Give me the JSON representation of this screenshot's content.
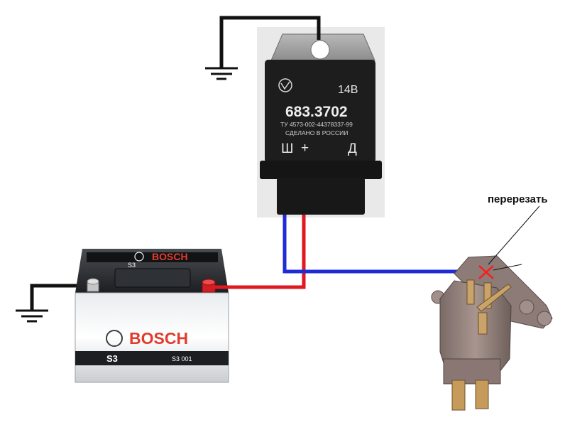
{
  "regulator": {
    "voltage": "14В",
    "model": "683.3702",
    "spec": "ТУ 4573-002-44378337-99",
    "made_in": "СДЕЛАНО В РОССИИ",
    "terminal_sh": "Ш",
    "terminal_plus": "+",
    "terminal_d": "Д"
  },
  "battery": {
    "brand_top": "BOSCH",
    "brand_front": "BOSCH",
    "series_top": "S3",
    "series_front": "S3",
    "code": "S3 001"
  },
  "annotation": {
    "cut_label": "перерезать"
  },
  "wires": {
    "ground_color": "#111111",
    "blue_color": "#1f2bd6",
    "red_color": "#e01820"
  }
}
